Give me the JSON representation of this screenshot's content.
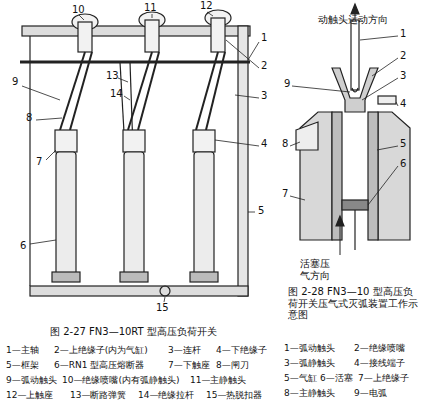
{
  "diagram": {
    "labels": [
      "10",
      "11",
      "12",
      "1",
      "2",
      "3",
      "9",
      "8",
      "13",
      "14",
      "4",
      "7",
      "6",
      "5",
      "15",
      "图 2-27 FN3—10RT 型高压负荷开关",
      "1—主轴",
      "2—上绝缘子(内为气缸)",
      "3—连杆",
      "4—下绝缘子",
      "5—框架",
      "6—RN1 型高压熔断器",
      "7—下触座",
      "8—闸刀",
      "9—弧动触头",
      "10—绝缘喷嘴(内有弧静触头)",
      "11—主静触头",
      "12—上触座",
      "13—断路弹簧",
      "14—绝缘拉杆",
      "15—热脱扣器",
      "动触头运动方向",
      "1",
      "9",
      "2",
      "3",
      "4",
      "5",
      "8",
      "6",
      "7",
      "活塞压气方向",
      "图 2-28 FN3—10 型高压负荷开关压气式灭弧装置工作示意图",
      "1—弧动触头",
      "2—绝缘喷嘴",
      "3—弧静触头",
      "4—接线端子",
      "5—气缸",
      "6—活塞",
      "7—上绝缘子",
      "8—主静触头",
      "9—电弧"
    ]
  }
}
